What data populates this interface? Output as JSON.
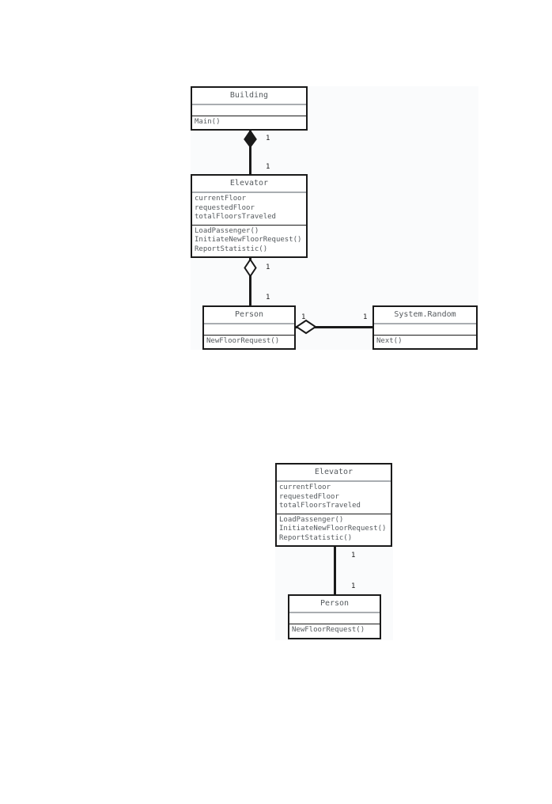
{
  "page": {
    "title": "UML Class Diagrams - Elevator Simulation",
    "background_color": "#ffffff",
    "panel_color": "#fafbfc",
    "line_color": "#1a1a1a",
    "text_color": "#555a5e",
    "separator_color": "#a9adb1"
  },
  "diagrams": [
    {
      "id": "diagram-composition-full",
      "classes": [
        {
          "id": "building",
          "name": "Building",
          "attributes": [],
          "operations": [
            "Main()"
          ]
        },
        {
          "id": "elevator",
          "name": "Elevator",
          "attributes": [
            "currentFloor",
            "requestedFloor",
            "totalFloorsTraveled"
          ],
          "operations": [
            "LoadPassenger()",
            "InitiateNewFloorRequest()",
            "ReportStatistic()"
          ]
        },
        {
          "id": "person",
          "name": "Person",
          "attributes": [],
          "operations": [
            "NewFloorRequest()"
          ]
        },
        {
          "id": "system-random",
          "name": "System.Random",
          "attributes": [],
          "operations": [
            "Next()"
          ]
        }
      ],
      "relationships": [
        {
          "id": "building-elevator",
          "from": "building",
          "to": "elevator",
          "type": "composition",
          "marker": "filled-diamond",
          "source_multiplicity": "1",
          "target_multiplicity": "1"
        },
        {
          "id": "elevator-person",
          "from": "elevator",
          "to": "person",
          "type": "aggregation",
          "marker": "open-diamond",
          "source_multiplicity": "1",
          "target_multiplicity": "1"
        },
        {
          "id": "person-random",
          "from": "person",
          "to": "system-random",
          "type": "aggregation",
          "marker": "open-diamond",
          "source_multiplicity": "1",
          "target_multiplicity": "1"
        }
      ]
    },
    {
      "id": "diagram-association-simple",
      "classes": [
        {
          "id": "elevator2",
          "name": "Elevator",
          "attributes": [
            "currentFloor",
            "requestedFloor",
            "totalFloorsTraveled"
          ],
          "operations": [
            "LoadPassenger()",
            "InitiateNewFloorRequest()",
            "ReportStatistic()"
          ]
        },
        {
          "id": "person2",
          "name": "Person",
          "attributes": [],
          "operations": [
            "NewFloorRequest()"
          ]
        }
      ],
      "relationships": [
        {
          "id": "elevator2-person2",
          "from": "elevator2",
          "to": "person2",
          "type": "association",
          "marker": "none",
          "source_multiplicity": "1",
          "target_multiplicity": "1"
        }
      ]
    }
  ]
}
